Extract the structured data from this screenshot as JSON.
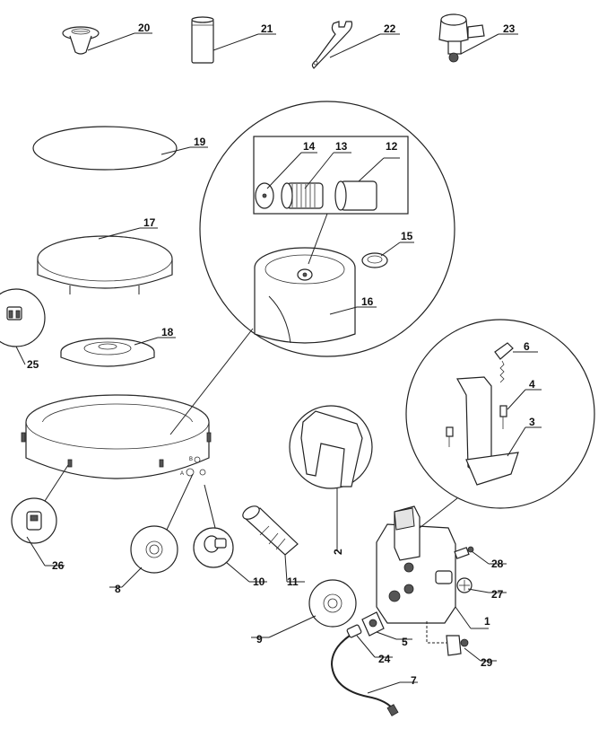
{
  "part_numbers": {
    "p1": "1",
    "p2": "2",
    "p3": "3",
    "p4": "4",
    "p5": "5",
    "p6": "6",
    "p7": "7",
    "p8": "8",
    "p9": "9",
    "p10": "10",
    "p11": "11",
    "p12": "12",
    "p13": "13",
    "p14": "14",
    "p15": "15",
    "p16": "16",
    "p17": "17",
    "p18": "18",
    "p19": "19",
    "p20": "20",
    "p21": "21",
    "p22": "22",
    "p23": "23",
    "p24": "24",
    "p25": "25",
    "p26": "26",
    "p27": "27",
    "p28": "28",
    "p29": "29"
  },
  "port_labels": {
    "upper": "B",
    "lower": "A"
  }
}
